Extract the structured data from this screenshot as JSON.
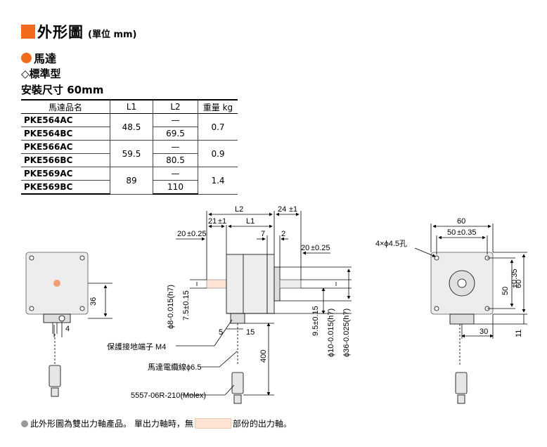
{
  "header": {
    "title": "外形圖",
    "unit": "(單位 mm)",
    "accent": "#f26b1d"
  },
  "section": {
    "motor": "馬達",
    "type": "◇標準型",
    "size": "安裝尺寸 60mm"
  },
  "table": {
    "headers": [
      "馬達品名",
      "L1",
      "L2",
      "重量 kg"
    ],
    "groups": [
      {
        "models": [
          "PKE564AC",
          "PKE564BC"
        ],
        "l1": "48.5",
        "l2": [
          "—",
          "69.5"
        ],
        "weight": "0.7"
      },
      {
        "models": [
          "PKE566AC",
          "PKE566BC"
        ],
        "l1": "59.5",
        "l2": [
          "—",
          "80.5"
        ],
        "weight": "0.9"
      },
      {
        "models": [
          "PKE569AC",
          "PKE569BC"
        ],
        "l1": "89",
        "l2": [
          "—",
          "110"
        ],
        "weight": "1.4"
      }
    ]
  },
  "drawing": {
    "dims": {
      "l2": "L2",
      "d24": "24",
      "tol1": "±1",
      "d21": "21",
      "l1": "L1",
      "d7": "7",
      "d2": "2",
      "d20a": "20",
      "d20b": "20",
      "tol025": "±0.25",
      "d36": "36",
      "d4": "4",
      "d5": "5",
      "d15": "15",
      "d400": "400",
      "d60": "60",
      "d50": "50",
      "tol035": "±0.35",
      "d50v": "50",
      "d60v": "60",
      "d30": "30",
      "d11": "11",
      "holes": "4×ϕ4.5孔",
      "shaft_h7": "ϕ8-0.015(h7)",
      "shaft_75": "7.5±0.15",
      "v95": "9.5±0.15",
      "v10": "ϕ10-0.015(h7)",
      "v36": "ϕ36-0.025(h7)"
    },
    "labels": {
      "ground": "保護接地端子 M4",
      "cable": "馬達電纜線ϕ6.5",
      "connector": "5557-06R-210(Molex)"
    }
  },
  "footnote": {
    "text1": "此外形圖為雙出力軸產品。 單出力軸時，無",
    "text2": "部份的出力軸。",
    "swatch": "#fde4d4"
  }
}
